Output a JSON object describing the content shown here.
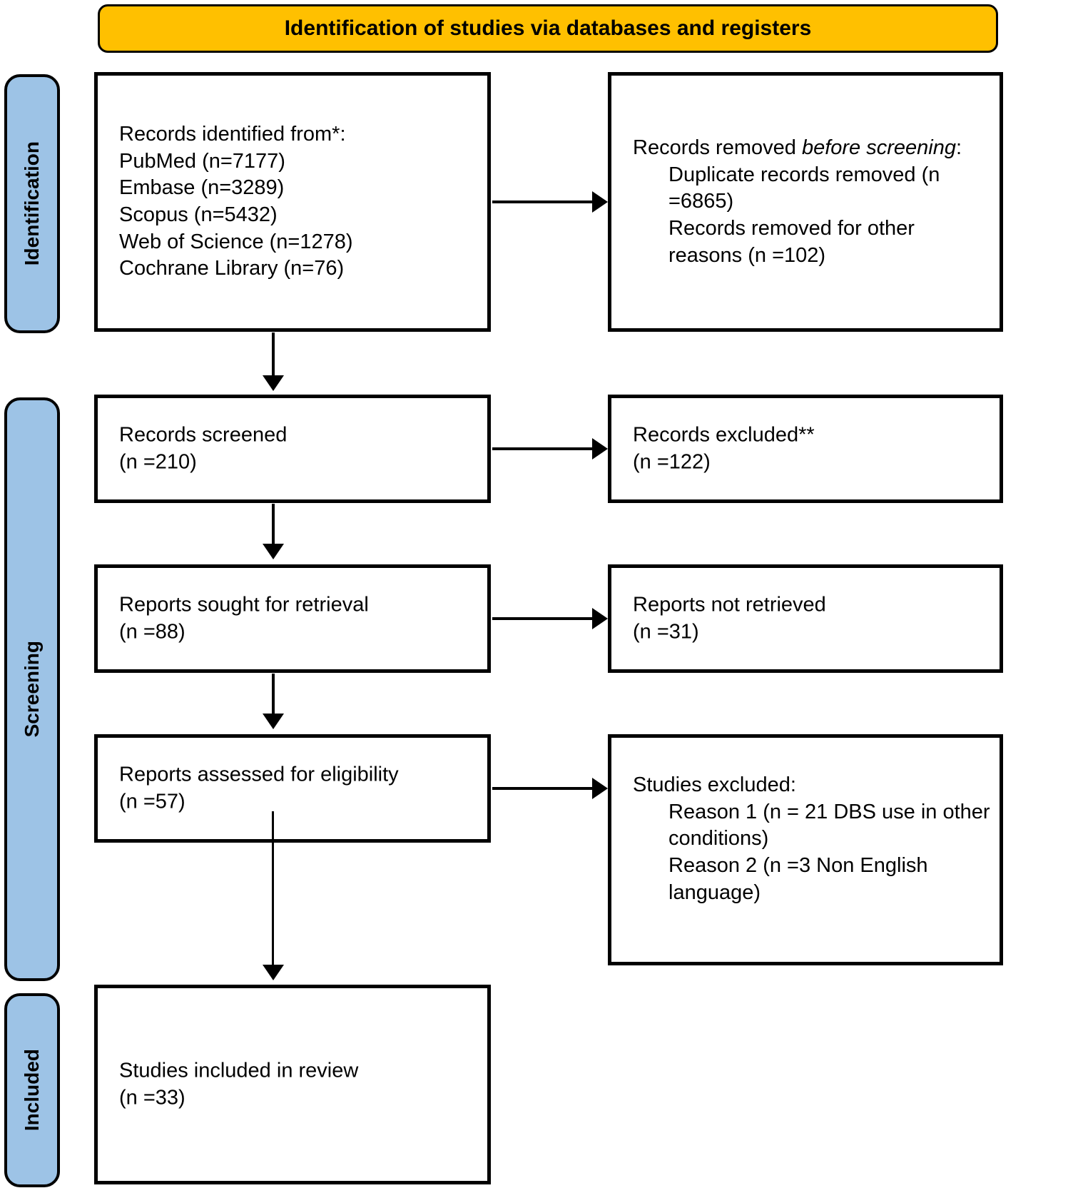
{
  "header": {
    "title": "Identification of studies via databases and registers",
    "bg_color": "#FFC000",
    "border_color": "#000000"
  },
  "stages": [
    {
      "label": "Identification",
      "color": "#9DC3E6"
    },
    {
      "label": "Screening",
      "color": "#9DC3E6"
    },
    {
      "label": "Included",
      "color": "#9DC3E6"
    }
  ],
  "boxes": {
    "identified": {
      "title": "Records identified from*:",
      "sources": [
        "PubMed (n=7177)",
        "Embase (n=3289)",
        "Scopus (n=5432)",
        "Web of Science (n=1278)",
        "Cochrane Library (n=76)"
      ],
      "full_text": "Records identified from*:\nPubMed (n=7177)\nEmbase (n=3289)\nScopus (n=5432)\nWeb of Science (n=1278)\nCochrane Library (n=76)"
    },
    "removed_before_screening": {
      "lead_plain": "Records removed ",
      "lead_italic": "before screening",
      "lead_colon": ":",
      "items": [
        "Duplicate records removed (n =6865)",
        "Records removed for other reasons (n =102)"
      ]
    },
    "records_screened": {
      "label": "Records screened",
      "count": "(n =210)"
    },
    "records_excluded": {
      "label": "Records excluded**",
      "count": "(n =122)"
    },
    "reports_sought": {
      "label": "Reports sought for retrieval",
      "count": "(n =88)"
    },
    "reports_not_retrieved": {
      "label": "Reports not retrieved",
      "count": "(n =31)"
    },
    "reports_assessed": {
      "label": "Reports assessed for eligibility",
      "count": "(n =57)"
    },
    "studies_excluded": {
      "label": "Studies excluded:",
      "reasons": [
        "Reason 1 (n = 21 DBS use in other conditions)",
        "Reason 2 (n =3 Non English language)"
      ]
    },
    "studies_included": {
      "label": "Studies included in review",
      "count": "(n =33)"
    }
  }
}
